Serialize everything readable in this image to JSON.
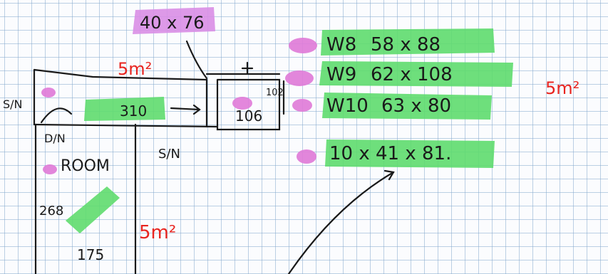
{
  "top_dimension": "40 x 76",
  "area_labels": [
    "5m²",
    "5m²",
    "5m²"
  ],
  "windows": [
    {
      "label": "W8",
      "size": "58 x 88"
    },
    {
      "label": "W9",
      "size": "62 x 108"
    },
    {
      "label": "W10",
      "size": "63 x 80"
    }
  ],
  "room_size": "10 x 41 x 81.",
  "plan_labels": {
    "sn_left": "S/N",
    "sn_door": "D/N",
    "sn_mid": "S/N",
    "corridor_length": "310",
    "cupboard_width": "106",
    "cupboard_depth": "102",
    "room_name": "ROOM",
    "room_depth": "268",
    "room_width": "175"
  },
  "colors": {
    "highlighter_green": "#5fdc6e",
    "highlighter_pink": "#e07ad8",
    "highlighter_magenta": "#d98ee6",
    "ink": "#1a1a1a",
    "red_ink": "#e8241f"
  }
}
